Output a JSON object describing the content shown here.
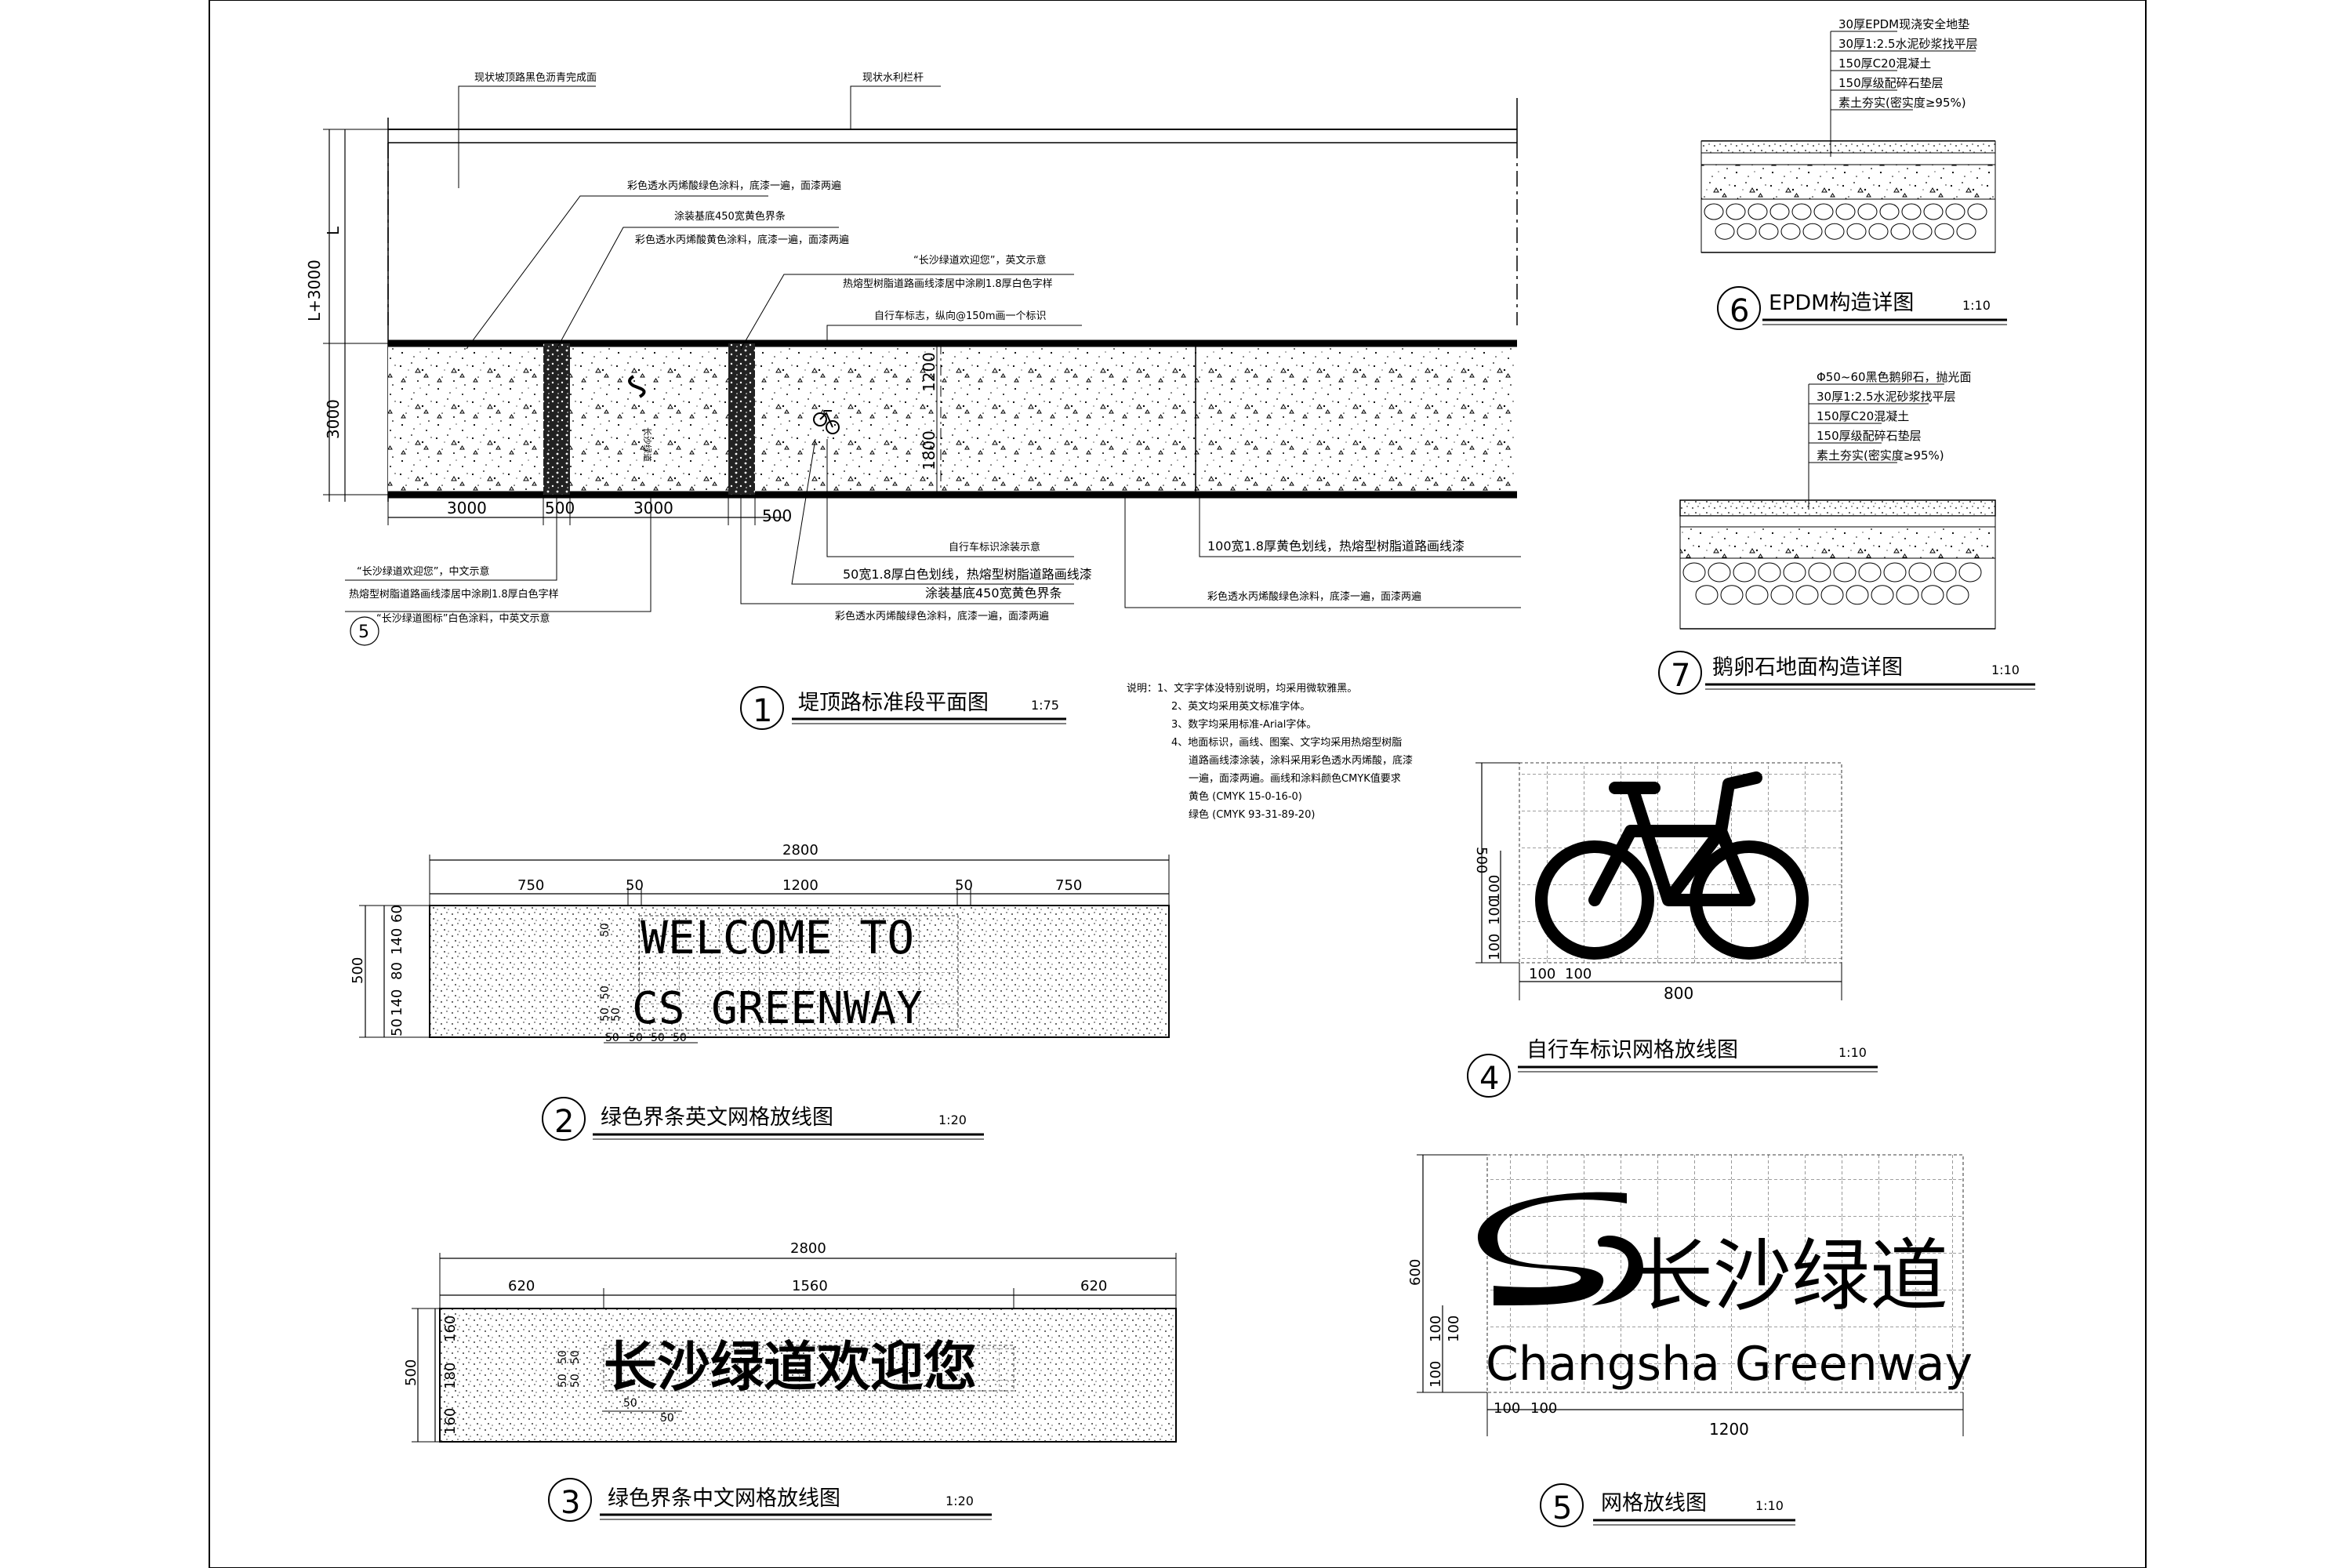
{
  "views": {
    "plan": {
      "number": "1",
      "title": "堤顶路标准段平面图",
      "scale": "1:75",
      "notes": {
        "paving": "现状坡顶路黑色沥青完成面",
        "railing": "现状水利栏杆",
        "green_coat": "彩色透水丙烯酸绿色涂料，底漆一遍，面漆两遍",
        "yellow_band": "涂装基底450宽黄色界条",
        "yellow_coat": "彩色透水丙烯酸黄色涂料，底漆一遍，面漆两遍",
        "en_text": "“长沙绿道欢迎您”，英文示意",
        "en_text_spec": "热熔型树脂道路画线漆居中涂刷1.8厚白色字样",
        "bike_mark": "自行车标志，纵向@150m画一个标识",
        "bike_coat": "自行车标识涂装示意",
        "white_line": "50宽1.8厚白色划线，热熔型树脂道路画线漆",
        "band450": "涂装基底450宽黄色界条",
        "green_coat2": "彩色透水丙烯酸绿色涂料，底漆一遍，面漆两遍",
        "yellow_line": "100宽1.8厚黄色划线，热熔型树脂道路画线漆",
        "green_coat3": "彩色透水丙烯酸绿色涂料，底漆一遍，面漆两遍",
        "cn_text": "“长沙绿道欢迎您”，中文示意",
        "cn_text_spec": "热熔型树脂道路画线漆居中涂刷1.8厚白色字样",
        "logo_text": "“长沙绿道图标”白色涂料，中英文示意"
      },
      "dims": {
        "l_total": "L+3000",
        "l": "L",
        "w": "3000",
        "seg1": "3000",
        "seg2": "500",
        "seg3": "3000",
        "seg4": "500",
        "v1": "1200",
        "v2": "1800"
      },
      "callout_ref": "5"
    },
    "en_strip": {
      "number": "2",
      "title": "绿色界条英文网格放线图",
      "scale": "1:20",
      "line1": "WELCOME TO",
      "line2": "CS GREENWAY",
      "dims_top": {
        "total": "2800",
        "a": "750",
        "b": "50",
        "c": "1200",
        "d": "50",
        "e": "750"
      },
      "dims_left": {
        "total": "500",
        "a": "60",
        "b": "140",
        "c": "80",
        "d": "140",
        "e": "50"
      },
      "dims_inner": [
        "50",
        "50",
        "50",
        "50",
        "50",
        "50",
        "50",
        "50"
      ]
    },
    "cn_strip": {
      "number": "3",
      "title": "绿色界条中文网格放线图",
      "scale": "1:20",
      "text": "长沙绿道欢迎您",
      "dims_top": {
        "total": "2800",
        "a": "620",
        "b": "1560",
        "c": "620"
      },
      "dims_left": {
        "total": "500",
        "a": "160",
        "b": "180",
        "c": "160"
      },
      "dims_inner": [
        "50",
        "50",
        "50",
        "50",
        "50",
        "50"
      ]
    },
    "bike_grid": {
      "number": "4",
      "title": "自行车标识网格放线图",
      "scale": "1:10",
      "dims_left": {
        "total": "500",
        "a": "100",
        "b": "100",
        "c": "100"
      },
      "dims_bottom": {
        "a": "100",
        "b": "100",
        "total": "800"
      }
    },
    "logo_grid": {
      "number": "5",
      "title": "网格放线图",
      "scale": "1:10",
      "logo_cn": "长沙绿道",
      "logo_en": "Changsha Greenway",
      "dims_left": {
        "total": "600",
        "a": "100",
        "b": "100",
        "c": "100"
      },
      "dims_bottom": {
        "a": "100",
        "b": "100",
        "total": "1200"
      }
    },
    "epdm": {
      "number": "6",
      "title": "EPDM构造详图",
      "scale": "1:10",
      "layers": [
        "30厚EPDM现浇安全地垫",
        "30厚1:2.5水泥砂浆找平层",
        "150厚C20混凝土",
        "150厚级配碎石垫层",
        "素土夯实(密实度≥95%)"
      ]
    },
    "pebble": {
      "number": "7",
      "title": "鹅卵石地面构造详图",
      "scale": "1:10",
      "layers": [
        "Φ50~60黑色鹅卵石，抛光面",
        "30厚1:2.5水泥砂浆找平层",
        "150厚C20混凝土",
        "150厚级配碎石垫层",
        "素土夯实(密实度≥95%)"
      ]
    }
  },
  "notes": [
    "说明：1、文字字体没特别说明，均采用微软雅黑。",
    "2、英文均采用英文标准字体。",
    "3、数字均采用标准-Arial字体。",
    "4、地面标识，画线、图案、文字均采用热熔型树脂",
    "道路画线漆涂装，涂料采用彩色透水丙烯酸，底漆",
    "一遍，面漆两遍。画线和涂料颜色CMYK值要求",
    "黄色 (CMYK 15-0-16-0)",
    "绿色 (CMYK 93-31-89-20)"
  ],
  "colors": {
    "line": "#000000",
    "paper": "#ffffff"
  }
}
